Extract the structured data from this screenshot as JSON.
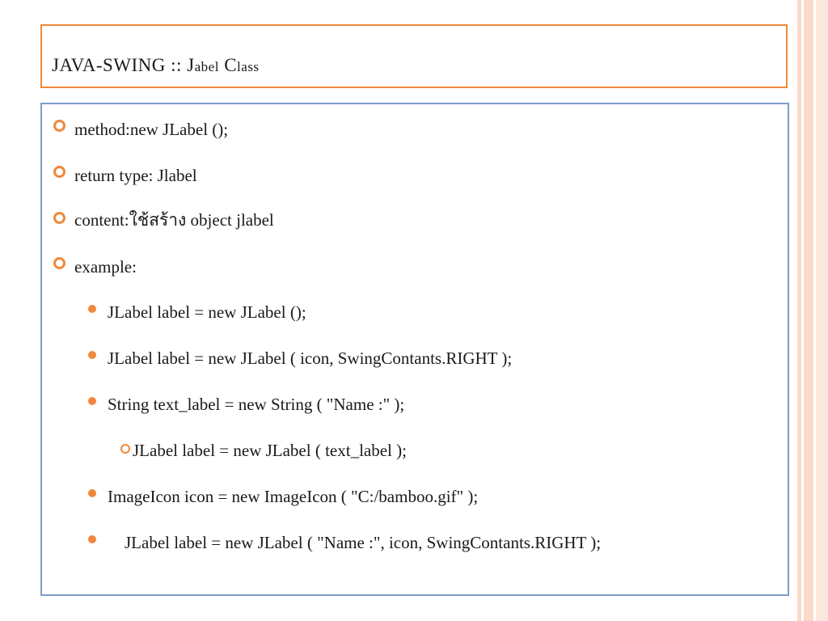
{
  "slide": {
    "title": {
      "prefix": "JAVA-SWING  ::  J",
      "word1_rest": "abel",
      "word2_first": "C",
      "word2_rest": "lass"
    },
    "items": [
      {
        "level": 1,
        "bullet": "ring-icon",
        "text": "method:new JLabel ();"
      },
      {
        "level": 1,
        "bullet": "ring-icon",
        "text": "return type: Jlabel"
      },
      {
        "level": 1,
        "bullet": "ring-icon",
        "text": "content:ใช้สร้าง object jlabel"
      },
      {
        "level": 1,
        "bullet": "ring-icon",
        "text": "example:"
      },
      {
        "level": 2,
        "bullet": "dot-icon",
        "text": "JLabel label = new JLabel ();"
      },
      {
        "level": 2,
        "bullet": "dot-icon",
        "text": "JLabel label = new JLabel ( icon, SwingContants.RIGHT );"
      },
      {
        "level": 2,
        "bullet": "dot-icon",
        "text": "String text_label = new String ( \"Name :\" );"
      },
      {
        "level": 3,
        "bullet": "ring-icon",
        "text": "JLabel label = new JLabel ( text_label );"
      },
      {
        "level": 2,
        "bullet": "dot-icon",
        "text": "ImageIcon icon = new ImageIcon ( \"C:/bamboo.gif\" );"
      },
      {
        "level": 2,
        "bullet": "dot-icon",
        "text": "    JLabel label = new JLabel ( \"Name :\", icon, SwingContants.RIGHT );"
      }
    ]
  },
  "colors": {
    "accent": "#f0883c",
    "content_border": "#7d9ccd",
    "stripe": "#fbd9c9"
  }
}
